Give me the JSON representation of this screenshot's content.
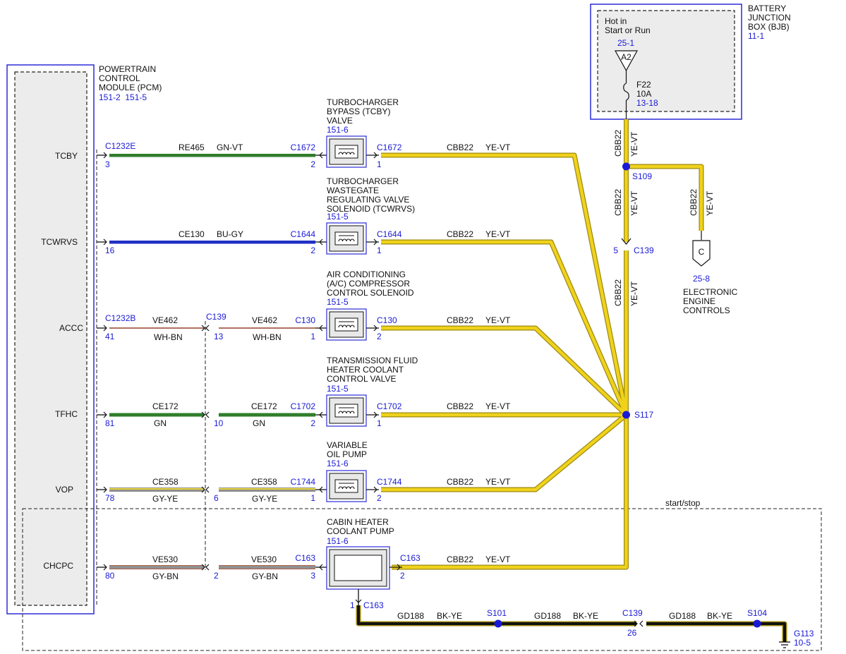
{
  "pcm": {
    "name_lines": [
      "POWERTRAIN",
      "CONTROL",
      "MODULE (PCM)"
    ],
    "refs": "151-2  151-5",
    "pins": [
      "TCBY",
      "TCWRVS",
      "ACCC",
      "TFHC",
      "VOP",
      "CHCPC"
    ]
  },
  "bjb": {
    "name_lines": [
      "BATTERY",
      "JUNCTION",
      "BOX (BJB)"
    ],
    "ref": "11-1",
    "hot_lines": [
      "Hot in",
      "Start or Run"
    ],
    "bus_ref": "25-1",
    "bus_label": "A2",
    "fuse": "F22",
    "fuse_rating": "10A",
    "fuse_ref": "13-18"
  },
  "components": [
    {
      "name_lines": [
        "TURBOCHARGER",
        "BYPASS (TCBY)",
        "VALVE"
      ],
      "ref": "151-6"
    },
    {
      "name_lines": [
        "TURBOCHARGER",
        "WASTEGATE",
        "REGULATING VALVE",
        "SOLENOID (TCWRVS)"
      ],
      "ref": "151-5"
    },
    {
      "name_lines": [
        "AIR CONDITIONING",
        "(A/C) COMPRESSOR",
        "CONTROL SOLENOID"
      ],
      "ref": "151-5"
    },
    {
      "name_lines": [
        "TRANSMISSION FLUID",
        "HEATER COOLANT",
        "CONTROL VALVE"
      ],
      "ref": "151-5"
    },
    {
      "name_lines": [
        "VARIABLE",
        "OIL PUMP"
      ],
      "ref": "151-6"
    },
    {
      "name_lines": [
        "CABIN HEATER",
        "COOLANT PUMP"
      ],
      "ref": "151-6"
    }
  ],
  "circuits": [
    {
      "pcm_connector": "C1232E",
      "pcm_pin": "3",
      "circuit": "RE465",
      "color": "GN-VT",
      "comp_connector": "C1672",
      "comp_pin_in": "2",
      "comp_pin_out": "1",
      "out_circuit": "CBB22",
      "out_color": "YE-VT"
    },
    {
      "pcm_connector": "",
      "pcm_pin": "16",
      "circuit": "CE130",
      "color": "BU-GY",
      "comp_connector": "C1644",
      "comp_pin_in": "2",
      "comp_pin_out": "1",
      "out_circuit": "CBB22",
      "out_color": "YE-VT"
    },
    {
      "pcm_connector": "C1232B",
      "pcm_pin": "41",
      "circuit": "VE462",
      "color": "WH-BN",
      "inline_connector": "C139",
      "inline_pin": "13",
      "circuit2": "VE462",
      "color2": "WH-BN",
      "comp_connector": "C130",
      "comp_pin_in": "1",
      "comp_pin_out": "2",
      "out_circuit": "CBB22",
      "out_color": "YE-VT"
    },
    {
      "pcm_pin": "81",
      "circuit": "CE172",
      "color": "GN",
      "inline_pin": "10",
      "circuit2": "CE172",
      "color2": "GN",
      "comp_connector": "C1702",
      "comp_pin_in": "2",
      "comp_pin_out": "1",
      "out_circuit": "CBB22",
      "out_color": "YE-VT"
    },
    {
      "pcm_pin": "78",
      "circuit": "CE358",
      "color": "GY-YE",
      "inline_pin": "6",
      "circuit2": "CE358",
      "color2": "GY-YE",
      "comp_connector": "C1744",
      "comp_pin_in": "1",
      "comp_pin_out": "2",
      "out_circuit": "CBB22",
      "out_color": "YE-VT"
    },
    {
      "pcm_pin": "80",
      "circuit": "VE530",
      "color": "GY-BN",
      "inline_pin": "2",
      "circuit2": "VE530",
      "color2": "GY-BN",
      "comp_connector": "C163",
      "comp_pin_in": "3",
      "comp_pin_out": "2",
      "out_circuit": "CBB22",
      "out_color": "YE-VT"
    }
  ],
  "splices": {
    "s109": "S109",
    "s117": "S117",
    "s101": "S101",
    "s104": "S104"
  },
  "c139": {
    "name": "C139",
    "pin": "5"
  },
  "feed_circuit": "CBB22",
  "feed_color": "YE-VT",
  "branch": {
    "circuit": "CBB22",
    "color": "YE-VT",
    "letter": "C",
    "ref": "25-8",
    "name_lines": [
      "ELECTRONIC",
      "ENGINE",
      "CONTROLS"
    ]
  },
  "start_stop": "start/stop",
  "ground": {
    "pump_pin": "1",
    "pump_connector": "C163",
    "circuit": "GD188",
    "color": "BK-YE",
    "inline_connector": "C139",
    "inline_pin": "26",
    "name": "G113",
    "ref": "10-5"
  },
  "wire_colors": {
    "green": "#2f7d2b",
    "blue": "#1f2fc4",
    "yellow": "#f0d21c",
    "yellow_edge": "#9c8a10",
    "black": "#111111",
    "accent_blue": "#1a1ad6"
  }
}
